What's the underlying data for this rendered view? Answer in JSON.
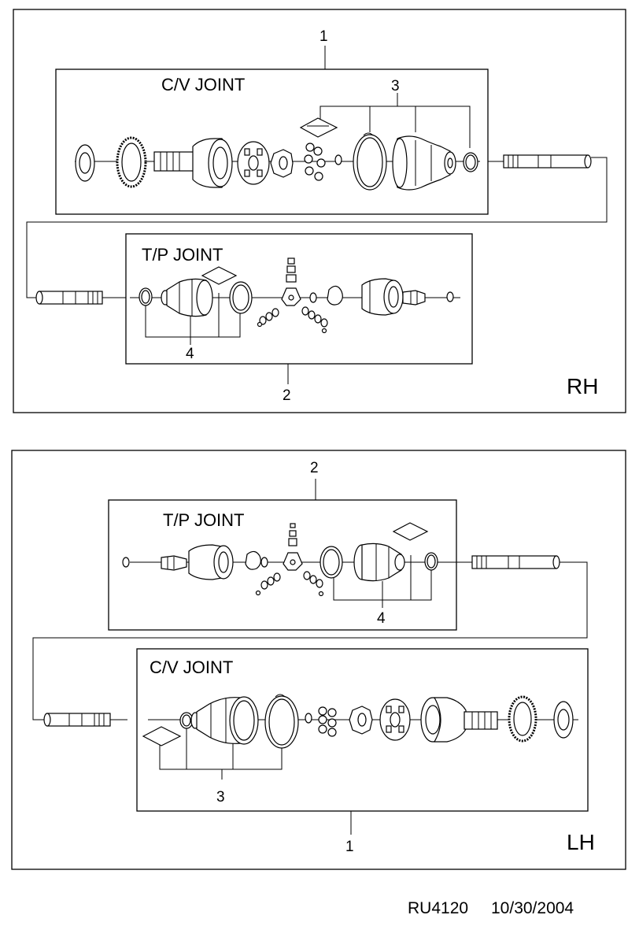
{
  "rh": {
    "side_label": "RH",
    "callouts": {
      "top": "1",
      "bottom": "2",
      "cv_group": "3",
      "tp_group": "4"
    },
    "cv_joint": {
      "title": "C/V JOINT"
    },
    "tp_joint": {
      "title": "T/P JOINT"
    }
  },
  "lh": {
    "side_label": "LH",
    "callouts": {
      "top": "2",
      "bottom": "1",
      "tp_group": "4",
      "cv_group": "3"
    },
    "tp_joint": {
      "title": "T/P JOINT"
    },
    "cv_joint": {
      "title": "C/V JOINT"
    }
  },
  "footer": {
    "code": "RU4120",
    "date": "10/30/2004"
  }
}
